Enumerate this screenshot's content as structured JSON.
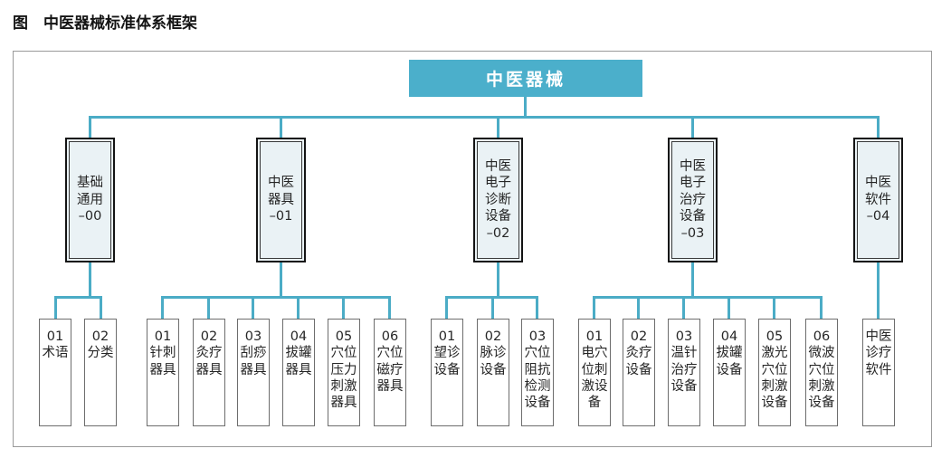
{
  "figure": {
    "label": "图",
    "caption": "中医器械标准体系框架"
  },
  "colors": {
    "accent": "#4BACC6",
    "root_fill": "#4BAFCB",
    "group_fill": "#EAF2F5",
    "leaf_border": "#6d6d6d",
    "frame_border": "#9a9a9a"
  },
  "tree": {
    "root": {
      "label": "中医器械"
    },
    "groups": [
      {
        "label": "基础\n通用\n–00",
        "children": [
          {
            "label": "01\n术语"
          },
          {
            "label": "02\n分类"
          }
        ]
      },
      {
        "label": "中医\n器具\n–01",
        "children": [
          {
            "label": "01\n针刺\n器具"
          },
          {
            "label": "02\n灸疗\n器具"
          },
          {
            "label": "03\n刮痧\n器具"
          },
          {
            "label": "04\n拔罐\n器具"
          },
          {
            "label": "05\n穴位\n压力\n刺激\n器具"
          },
          {
            "label": "06\n穴位\n磁疗\n器具"
          }
        ]
      },
      {
        "label": "中医\n电子\n诊断\n设备\n–02",
        "children": [
          {
            "label": "01\n望诊\n设备"
          },
          {
            "label": "02\n脉诊\n设备"
          },
          {
            "label": "03\n穴位\n阻抗\n检测\n设备"
          }
        ]
      },
      {
        "label": "中医\n电子\n治疗\n设备\n–03",
        "children": [
          {
            "label": "01\n电穴\n位刺\n激设\n备"
          },
          {
            "label": "02\n灸疗\n设备"
          },
          {
            "label": "03\n温针\n治疗\n设备"
          },
          {
            "label": "04\n拔罐\n设备"
          },
          {
            "label": "05\n激光\n穴位\n刺激\n设备"
          },
          {
            "label": "06\n微波\n穴位\n刺激\n设备"
          }
        ]
      },
      {
        "label": "中医\n软件\n–04",
        "children": [
          {
            "label": "中医\n诊疗\n软件"
          }
        ]
      }
    ]
  }
}
